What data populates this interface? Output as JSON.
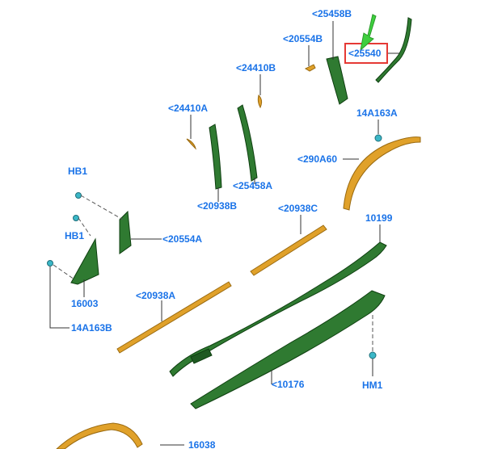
{
  "diagram": {
    "labels": {
      "p25458b_top": "<25458B",
      "p20554b": "<20554B",
      "p25540": "<25540",
      "p24410b": "<24410B",
      "p24410a": "<24410A",
      "p14a163a": "14A163A",
      "p290a60": "<290A60",
      "p20938b": "<20938B",
      "p25458a": "<25458A",
      "hb1_top": "HB1",
      "hb1_bottom": "HB1",
      "p20554a": "<20554A",
      "p20938c": "<20938C",
      "p10199": "10199",
      "p16003": "16003",
      "p14a163b": "14A163B",
      "p20938a": "<20938A",
      "p10176": "<10176",
      "hm1": "HM1",
      "p16038": "16038"
    },
    "highlight_color": "#e53935",
    "arrow_color": "#3ecf3e"
  }
}
